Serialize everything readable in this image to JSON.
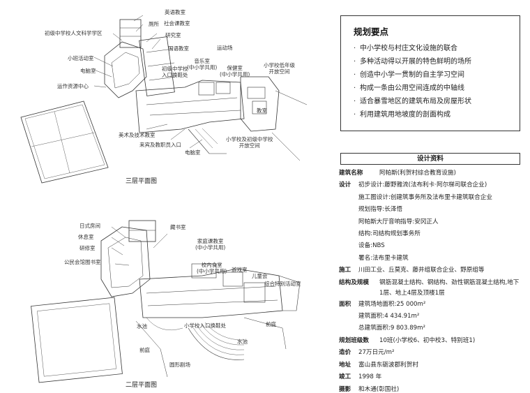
{
  "plan3": {
    "caption": "三层平面图",
    "labels": {
      "english": "英语教室",
      "toilet": "厕所",
      "social": "社会课教室",
      "research": "研究室",
      "mandarin": "国语教室",
      "junior_hum": "初级中学校人文科学学区",
      "playground": "运动场",
      "small_class": "小班活动室",
      "music": "音乐室\n(中小学共用)",
      "health": "保健室\n(中小学共用)",
      "entrance_shoe": "初级中学校\n入口换鞋处",
      "pc_room": "电脑室",
      "ops_center": "运作资源中心",
      "primary_low": "小学校低年级\n开放空间",
      "classroom": "教室",
      "art_tech": "美术及技术教室",
      "guest_entry": "来宾及教职员入口",
      "pc_room2": "电脑室",
      "primary_junior_open": "小学校及初级中学校\n开放空间"
    }
  },
  "plan2": {
    "caption": "二层平面图",
    "labels": {
      "tea_room": "日式房间",
      "library_room": "藏书室",
      "rest_room": "休息室",
      "home_ec": "家庭课教室\n(中小学共用)",
      "training": "研修室",
      "public_lib": "公民会馆图书室",
      "canteen": "校内食堂\n(中小学共用)",
      "play_room": "游戏室",
      "children_hall": "儿童会",
      "special_room": "综合特别活动室",
      "pool": "水池",
      "primary_entrance": "小学校入口换鞋处",
      "front_yard": "前庭",
      "pool2": "水池",
      "front_yard2": "前庭",
      "round_theater": "圆形剧场"
    }
  },
  "points": {
    "title": "规划要点",
    "items": [
      "中小学校与村庄文化设施的联合",
      "多种活动得以开展的特色鲜明的场所",
      "创造中小学一贯制的自主学习空间",
      "构成一条由公用空间连成的中轴线",
      "适合暴雪地区的建筑布局及房屋形状",
      "利用建筑用地坡度的剖面构成"
    ]
  },
  "info": {
    "title": "设计资料",
    "name_k": "建筑名称",
    "name_v": "阿帕斯(利贺村综合教育设施)",
    "design_k": "设计",
    "design_1": "初步设计:藤野雅流(法布利卡·阿尔梯司联合企业)",
    "design_2": "施工图设计:创建筑事务所及法布里卡建筑联合企业",
    "design_3": "规划指导:长泽悟",
    "design_4": "阿帕斯大厅音响指导:安冈正人",
    "design_5": "结构:司结构规划事务所",
    "design_6": "设备:NBS",
    "design_7": "署名:法布里卡建筑",
    "constr_k": "施工",
    "constr_v": "川田工业、丘莫克、藤井组联合企业、野原组等",
    "struct_k": "结构及规模",
    "struct_v": "钢筋混凝土结构、钢结构、劲性钢筋混凝土结构,地下1层、地上4层及顶楼1层",
    "area_k": "面积",
    "area_1": "建筑场地面积:25 000m²",
    "area_2": "建筑面积:4 434.91m²",
    "area_3": "总建筑面积:9 803.89m²",
    "classes_k": "规划班级数",
    "classes_v": "10班(小学校6、初中校3、特别班1)",
    "cost_k": "造价",
    "cost_v": "27万日元/m²",
    "address_k": "地址",
    "address_v": "富山县东砺波郡利贺村",
    "done_k": "竣工",
    "done_v": "1998 年",
    "photo_k": "摄影",
    "photo_v": "和木通(彰国社)"
  }
}
